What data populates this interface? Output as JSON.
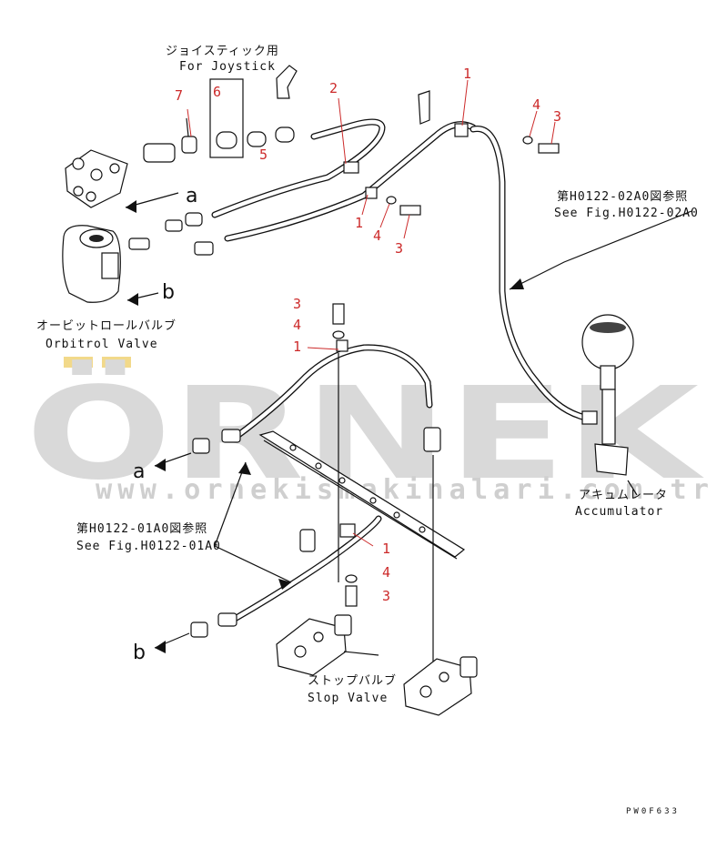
{
  "watermark": {
    "brand": "ÖRNEK",
    "url": "www.ornekismakinalari.com.tr"
  },
  "labels": {
    "joystick_jp": "ジョイスティック用",
    "joystick_en": "For Joystick",
    "orbitrol_jp": "オービットロールバルブ",
    "orbitrol_en": "Orbitrol Valve",
    "ref_02_jp": "第H0122-02A0図参照",
    "ref_02_en": "See Fig.H0122-02A0",
    "ref_01_jp": "第H0122-01A0図参照",
    "ref_01_en": "See Fig.H0122-01A0",
    "accumulator_jp": "アキュムレータ",
    "accumulator_en": "Accumulator",
    "stop_jp": "ストップバルブ",
    "stop_en": "Slop Valve",
    "drawing_code": "PW0F633"
  },
  "connections": {
    "a": "a",
    "b": "b"
  },
  "callouts": {
    "n1": "1",
    "n2": "2",
    "n3": "3",
    "n4": "4",
    "n5": "5",
    "n6": "6",
    "n7": "7"
  },
  "colors": {
    "callout": "#cc2a2a",
    "line": "#111111",
    "watermark": "#d9d9d9",
    "watermark_accent": "#f2d98a"
  }
}
